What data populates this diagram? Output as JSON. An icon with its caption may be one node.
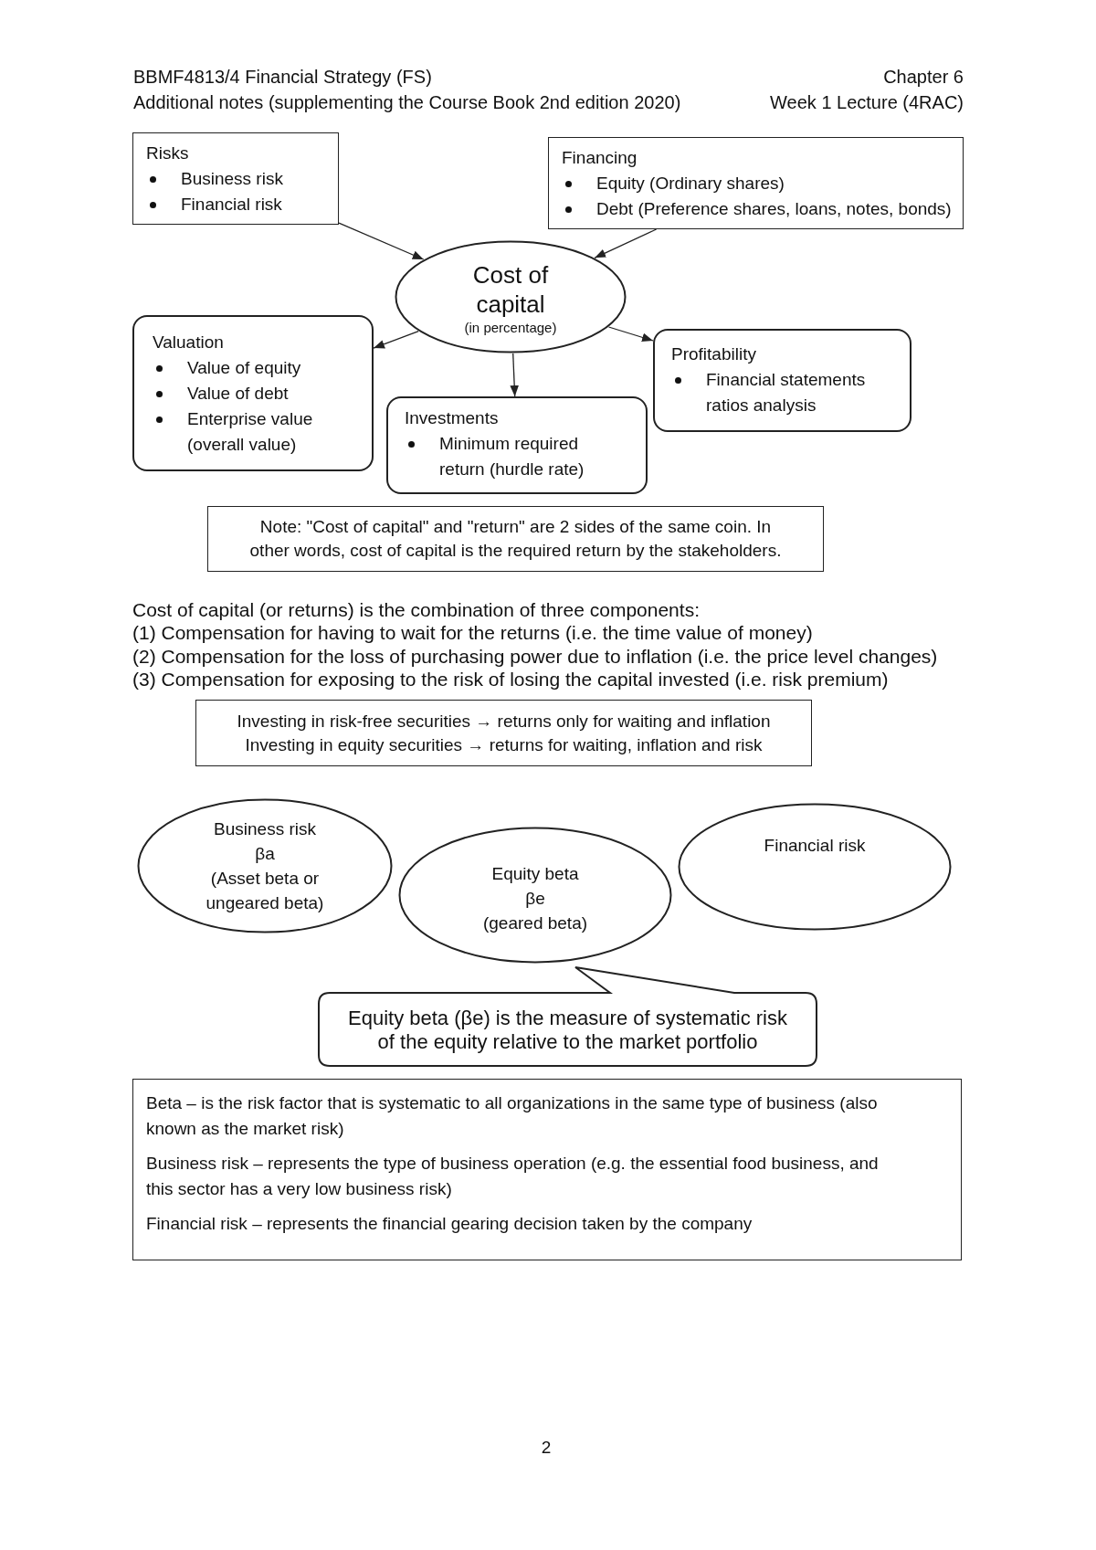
{
  "diagram": {
    "nodes": [
      {
        "text": [
          "Risks",
          "Business risk",
          "Financial risk"
        ]
      },
      {
        "text": [
          "Financing",
          "Equity (Ordinary shares)",
          "Debt (Preference shares, loans, notes, bonds)"
        ]
      },
      {
        "text": [
          "Cost of capital",
          "(in percentage)"
        ]
      },
      {
        "text": [
          "Valuation",
          "Value of equity",
          "Value of debt",
          "Enterprise value (overall value)"
        ]
      },
      {
        "text": [
          "Investments",
          "Minimum required return (hurdle rate)"
        ]
      },
      {
        "text": [
          "Profitability",
          "Financial statements ratios analysis"
        ]
      },
      {
        "text": [
          "Note: \"Cost of capital\" and \"return\" are 2 sides of the same coin. In other words, cost of capital is the required return by the stakeholders."
        ]
      },
      {
        "text": [
          "Investing in risk-free securities → returns only for waiting and inflation",
          "Investing in equity securities → returns for waiting, inflation and risk"
        ]
      },
      {
        "text": [
          "Business risk",
          "βa",
          "(Asset beta or ungeared beta)"
        ]
      },
      {
        "text": [
          "Equity beta",
          "βe",
          "(geared beta)"
        ]
      },
      {
        "text": [
          "Financial risk"
        ]
      },
      {
        "text": [
          "Equity beta (βe) is the measure of systematic risk of the equity relative to the market portfolio"
        ]
      },
      {
        "text": [
          "Beta – is the risk factor that is systematic to all organizations in the same type of business (also known as the market risk)",
          "Business risk – represents the type of business operation (e.g. the essential food business, and this sector has a very low business risk)",
          "Financial risk – represents the financial gearing decision taken by the company"
        ]
      }
    ],
    "edges": [
      {
        "from": 0,
        "to": 2,
        "arrow": "to"
      },
      {
        "from": 1,
        "to": 2,
        "arrow": "to"
      },
      {
        "from": 2,
        "to": 3,
        "arrow": "to"
      },
      {
        "from": 2,
        "to": 4,
        "arrow": "to"
      },
      {
        "from": 2,
        "to": 5,
        "arrow": "to"
      }
    ],
    "labels": [
      "BBMF4813/4 Financial Strategy (FS)",
      "Chapter 6",
      "Additional notes (supplementing the Course Book 2nd edition 2020)",
      "Week 1 Lecture (4RAC)",
      "Cost of capital (or returns) is the combination of three components:",
      "(1) Compensation for having to wait for the returns (i.e. the time value of money)",
      "(2) Compensation for the loss of purchasing power due to inflation (i.e. the price level changes)",
      "(3) Compensation for exposing to the risk of losing the capital invested (i.e. risk premium)",
      "2"
    ]
  }
}
